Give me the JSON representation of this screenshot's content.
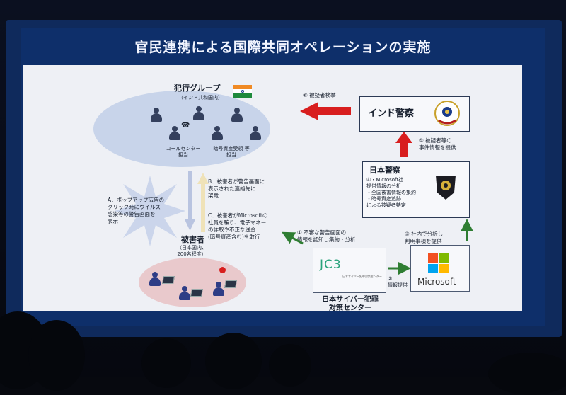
{
  "slide": {
    "title": "官民連携による国際共同オペレーションの実施"
  },
  "crime_group": {
    "title": "犯行グループ",
    "subtitle": "（インド共和国内）",
    "call_center": "コールセンター\n担当",
    "crypto": "暗号資産受領 等\n担当"
  },
  "india_police": {
    "label": "インド警察"
  },
  "japan_police": {
    "label": "日本警察",
    "desc": "④・Microsoft社\n 提供情報の分析\n・全国被害情報の集約\n・暗号資産追跡\n による被疑者特定"
  },
  "jc3": {
    "logo": "JC3",
    "logo_sub": "日本サイバー犯罪対策センター",
    "caption": "日本サイバー犯罪\n対策センター"
  },
  "microsoft": {
    "label": "Microsoft"
  },
  "victims": {
    "label": "被害者",
    "sub": "（日本国内、\n200名程度）"
  },
  "steps": {
    "A": "A．ポップアップ広告の\nクリック時にウイルス\n感染等の警告画面を\n表示",
    "B": "B．被害者が警告画面に\n表示された連絡先に\n架電",
    "C": "C．被害者がMicrosoftの\n社員を騙り、電子マネー\nの詐取や不正な送金\n(暗号資産含む)を敢行",
    "s1": "① 不審な警告画面の\n情報を認知し集約・分析",
    "s2": "②\n情報提供",
    "s3": "③ 社内で分析し\n判明事項を提供",
    "s5": "⑤ 被疑者等の\n事件情報を提供",
    "s6": "⑥ 被疑者検挙"
  },
  "colors": {
    "slide_bg": "#0e2f6a",
    "content_bg": "#eef0f5",
    "red_arrow": "#d81e1e",
    "green_arrow": "#2e7d32",
    "ms_red": "#f25022",
    "ms_green": "#7fba00",
    "ms_blue": "#00a4ef",
    "ms_yellow": "#ffb900"
  },
  "icons": [
    "india-flag-icon",
    "telephone-icon",
    "person-icon",
    "laptop-icon",
    "cbi-emblem-icon",
    "japan-police-emblem-icon",
    "microsoft-logo-icon",
    "burst-icon"
  ]
}
